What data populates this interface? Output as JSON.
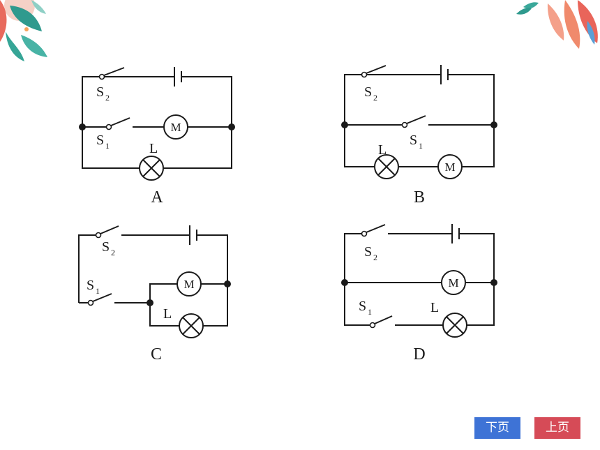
{
  "nav": {
    "next_label": "下页",
    "prev_label": "上页"
  },
  "colors": {
    "next_button": "#3e73d6",
    "prev_button": "#d64b57"
  },
  "diagrams": {
    "A": {
      "option": "A",
      "s2": "S",
      "s2_sub": "2",
      "s1": "S",
      "s1_sub": "1",
      "lamp": "L",
      "motor": "M"
    },
    "B": {
      "option": "B",
      "s2": "S",
      "s2_sub": "2",
      "s1": "S",
      "s1_sub": "1",
      "lamp": "L",
      "motor": "M"
    },
    "C": {
      "option": "C",
      "s2": "S",
      "s2_sub": "2",
      "s1": "S",
      "s1_sub": "1",
      "lamp": "L",
      "motor": "M"
    },
    "D": {
      "option": "D",
      "s2": "S",
      "s2_sub": "2",
      "s1": "S",
      "s1_sub": "1",
      "lamp": "L",
      "motor": "M"
    }
  }
}
